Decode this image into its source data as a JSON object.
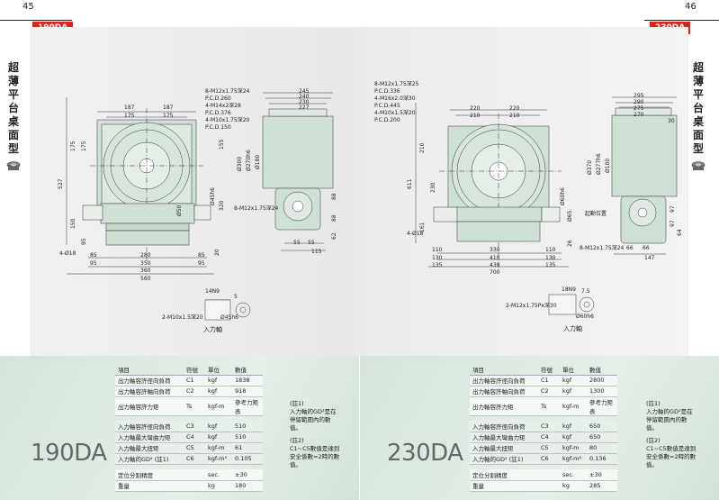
{
  "left_page": {
    "page_number": "45",
    "model_tag": "190DA",
    "vertical_title": [
      "超",
      "薄",
      "平",
      "台",
      "桌",
      "面",
      "型"
    ],
    "icon": "turntable-icon",
    "dims": {
      "top": [
        "187",
        "187",
        "175",
        "175"
      ],
      "callouts": [
        "8-M12x1.75深24",
        "P.C.D.260",
        "4-M14x2深28",
        "P.C.D.376",
        "4-M10x1.75深20",
        "P.C.D.150"
      ],
      "right_top": [
        "245",
        "240",
        "230",
        "227"
      ],
      "vertical": [
        "527",
        "175",
        "175",
        "150",
        "95"
      ],
      "diameters": [
        "Ø300",
        "Ø270h6",
        "Ø180",
        "Ø45h6",
        "Ø50"
      ],
      "side": [
        "155",
        "320"
      ],
      "bottom": [
        "85",
        "280",
        "95",
        "350",
        "360",
        "560"
      ],
      "mount": "4-Ø18",
      "small": [
        "20",
        "95",
        "85"
      ],
      "side_view": [
        "8-M12x1.75深24",
        "55",
        "55",
        "115",
        "88",
        "88",
        "62"
      ]
    },
    "input_shaft": {
      "key": "14N9",
      "thread": "2-M10x1.5深20",
      "dia": "Ø45h6",
      "t": "5",
      "label": "入力軸"
    },
    "table": {
      "headers": [
        "項目",
        "符號",
        "單位",
        "數值"
      ],
      "group1": [
        [
          "出力軸容許徑向負荷",
          "C1",
          "kgf",
          "1838"
        ],
        [
          "出力軸容許軸向負荷",
          "C2",
          "kgf",
          "918"
        ],
        [
          "出力軸容許力矩",
          "Ts",
          "kgf-m",
          "參考力矩表"
        ]
      ],
      "group2": [
        [
          "入力軸容許徑向負荷",
          "C3",
          "kgf",
          "510"
        ],
        [
          "入力軸最大彎曲力矩",
          "C4",
          "kgf",
          "510"
        ],
        [
          "入力軸最大扭矩",
          "C5",
          "kgf-m",
          "61"
        ],
        [
          "入力軸的GD² (註1)",
          "C6",
          "kgf-m²",
          "0.105"
        ]
      ],
      "group3": [
        [
          "定位分割精度",
          "",
          "sec.",
          "±30"
        ],
        [
          "重量",
          "",
          "kg",
          "180"
        ]
      ]
    },
    "notes": [
      "(註1)",
      "入力軸的GD²是在停留範圍內的數值。",
      "(註2)",
      "C1~C5數值是達到安全係數=2時的數值。"
    ],
    "model_large": "190DA"
  },
  "right_page": {
    "page_number": "46",
    "model_tag": "230DA",
    "vertical_title": [
      "超",
      "薄",
      "平",
      "台",
      "桌",
      "面",
      "型"
    ],
    "icon": "turntable-icon",
    "dims": {
      "callouts": [
        "8-M12x1.75深25",
        "P.C.D.336",
        "4-M16x2.0深30",
        "P.C.D.445",
        "4-M10x1.5深20",
        "P.C.D.200"
      ],
      "top": [
        "220",
        "220",
        "210",
        "210"
      ],
      "right_top": [
        "295",
        "290",
        "275",
        "270",
        "30"
      ],
      "vertical": [
        "611",
        "210",
        "230",
        "161"
      ],
      "diameters": [
        "Ø370",
        "Ø277h6",
        "Ø180",
        "Ø60h6",
        "Ø65"
      ],
      "bottom": [
        "110",
        "130",
        "135",
        "330",
        "410",
        "430",
        "700",
        "110",
        "130",
        "135"
      ],
      "mount": "4-Ø18",
      "start_pos": "起動位置",
      "side": [
        "26",
        "97",
        "97",
        "64"
      ],
      "side_view": [
        "8-M12x1.75深24",
        "66",
        "66",
        "147"
      ]
    },
    "input_shaft": {
      "key": "18N9",
      "thread": "2-M12x1.75Px深30",
      "dia": "Ø60h6",
      "t": "7.5",
      "label": "入力軸"
    },
    "table": {
      "headers": [
        "項目",
        "符號",
        "單位",
        "數值"
      ],
      "group1": [
        [
          "出力軸容許徑向負荷",
          "C1",
          "kgf",
          "2800"
        ],
        [
          "出力軸容許軸向負荷",
          "C2",
          "kgf",
          "1300"
        ],
        [
          "出力軸容許力矩",
          "Ts",
          "kgf-m",
          "參考力矩表"
        ]
      ],
      "group2": [
        [
          "入力軸容許徑向負荷",
          "C3",
          "kgf",
          "650"
        ],
        [
          "入力軸最大彎曲力矩",
          "C4",
          "kgf",
          "650"
        ],
        [
          "入力軸最大扭矩",
          "C5",
          "kgf-m",
          "80"
        ],
        [
          "入力軸的GD² (註1)",
          "C6",
          "kgf-m²",
          "0.136"
        ]
      ],
      "group3": [
        [
          "定位分割精度",
          "",
          "sec.",
          "±30"
        ],
        [
          "重量",
          "",
          "kg",
          "285"
        ]
      ]
    },
    "notes": [
      "(註1)",
      "入力軸的GD²是在停留範圍內的數值。",
      "(註2)",
      "C1~C5數值是達到安全係數=2時的數值。"
    ],
    "model_large": "230DA"
  },
  "colors": {
    "accent": "#d9261c",
    "body": "#c9ddcf",
    "band": "#d9e7df"
  }
}
